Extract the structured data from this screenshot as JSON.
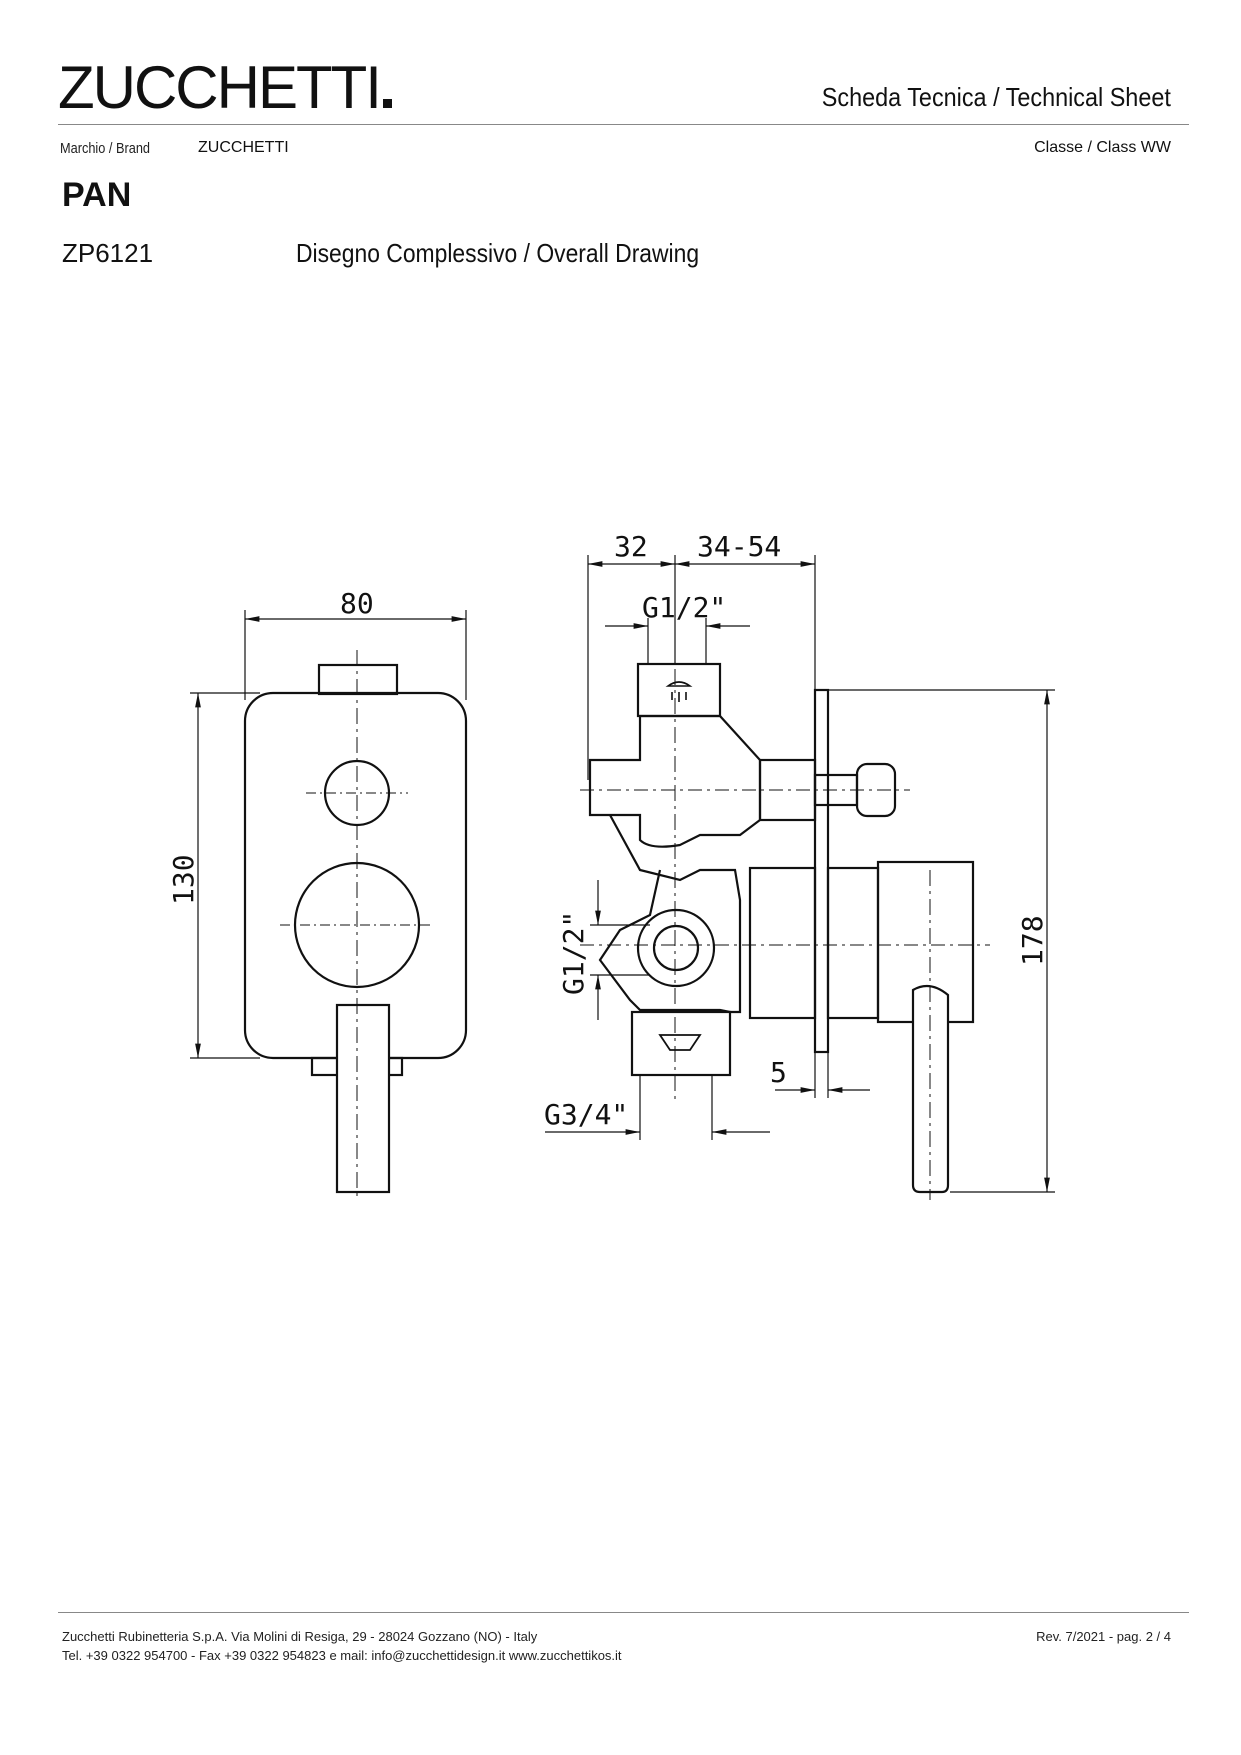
{
  "header": {
    "logo_text": "ZUCCHETTI",
    "sheet_title": "Scheda Tecnica / Technical Sheet",
    "brand_label": "Marchio / Brand",
    "brand_value": "ZUCCHETTI",
    "class_label": "Classe / Class  WW"
  },
  "product": {
    "name": "PAN",
    "code": "ZP6121",
    "drawing_title": "Disegno Complessivo / Overall Drawing"
  },
  "drawing": {
    "front_width": "80",
    "front_height": "130",
    "side_dim_a": "32",
    "side_dim_b": "34-54",
    "thread_top": "G1/2\"",
    "thread_side": "G1/2\"",
    "thread_bottom": "G3/4\"",
    "plate_thickness": "5",
    "total_height": "178"
  },
  "footer": {
    "line1": "Zucchetti Rubinetteria S.p.A. Via Molini di Resiga, 29 - 28024 Gozzano (NO) - Italy",
    "line2": "Tel. +39 0322 954700 - Fax +39 0322 954823 e mail: info@zucchettidesign.it www.zucchettikos.it",
    "revision": "Rev. 7/2021 - pag. 2 / 4"
  }
}
